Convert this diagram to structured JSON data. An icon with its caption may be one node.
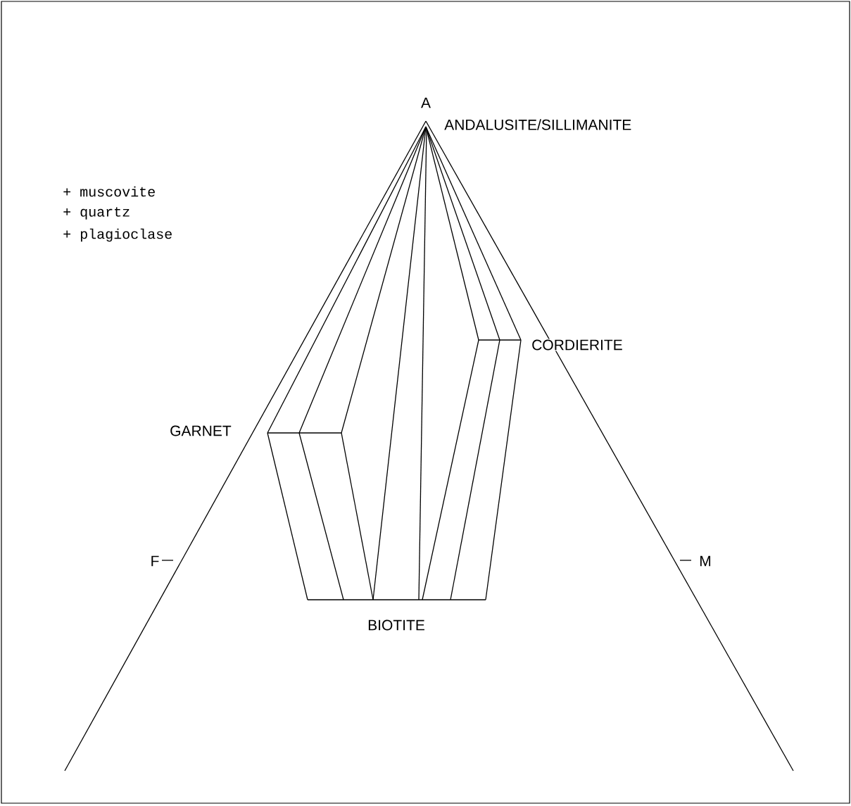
{
  "diagram": {
    "labels": [
      "A",
      "ANDALUSITE/SILLIMANITE",
      "+ muscovite",
      "+ quartz",
      "+ plagioclase",
      "CORDIERITE",
      "GARNET",
      "F",
      "M",
      "BIOTITE"
    ]
  }
}
